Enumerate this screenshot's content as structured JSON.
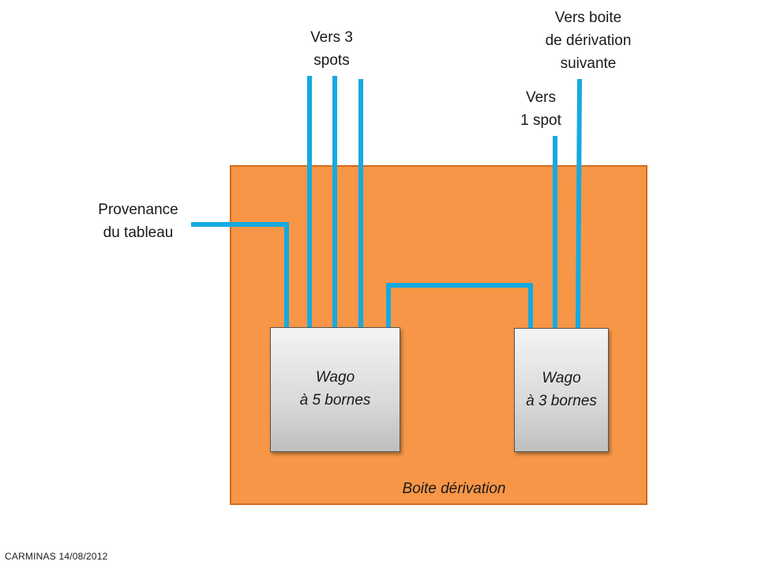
{
  "box": {
    "label": "Boite dérivation",
    "fill_color": "#f79646",
    "border_color": "#d46a1a"
  },
  "wago5": {
    "line1": "Wago",
    "line2": "à 5 bornes"
  },
  "wago3": {
    "line1": "Wago",
    "line2": "à 3 bornes"
  },
  "labels": {
    "provenance": [
      "Provenance",
      "du tableau"
    ],
    "spots": [
      "Vers 3",
      "spots"
    ],
    "next_box": [
      "Vers boite",
      "de dérivation",
      "suivante"
    ],
    "one_spot": [
      "Vers",
      "1 spot"
    ]
  },
  "wire_color": "#16a9e0",
  "footer": "CARMINAS 14/08/2012"
}
